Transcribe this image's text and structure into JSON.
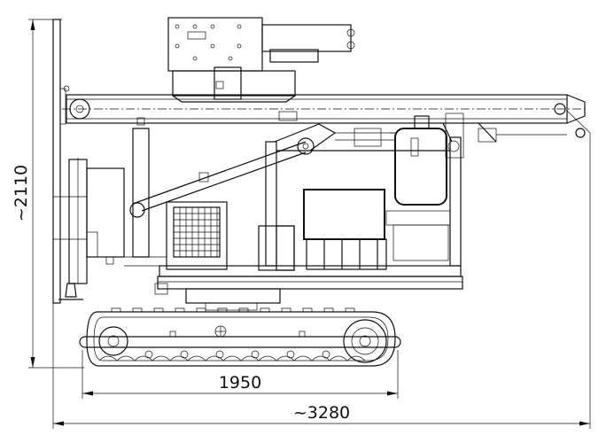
{
  "drawing": {
    "dimensions": {
      "height_label": "~2110",
      "track_length_label": "1950",
      "overall_length_label": "~3280"
    }
  }
}
